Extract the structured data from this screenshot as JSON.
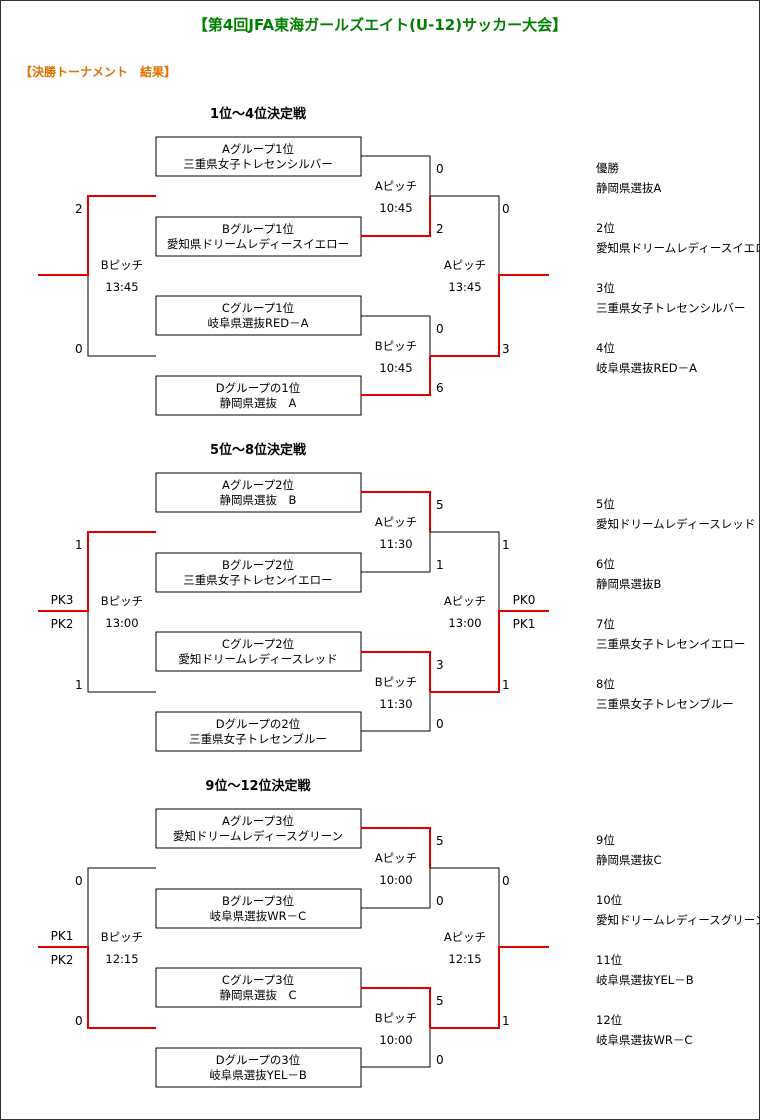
{
  "title": "【第4回JFA東海ガールズエイト(U-12)サッカー大会】",
  "subtitle": "【決勝トーナメント　結果】",
  "sections": [
    {
      "heading": "1位～4位決定戦",
      "teams": [
        {
          "group": "Aグループ1位",
          "name": "三重県女子トレセンシルバー"
        },
        {
          "group": "Bグループ1位",
          "name": "愛知県ドリームレディースイエロー"
        },
        {
          "group": "Cグループ1位",
          "name": "岐阜県選抜RED－A"
        },
        {
          "group": "Dグループの1位",
          "name": "静岡県選抜　A"
        }
      ],
      "match1": {
        "pitch": "Aピッチ",
        "time": "10:45",
        "s1": "0",
        "s2": "2"
      },
      "match2": {
        "pitch": "Bピッチ",
        "time": "10:45",
        "s1": "0",
        "s2": "6"
      },
      "match3": {
        "pitch": "Bピッチ",
        "time": "13:45",
        "s1": "2",
        "s2": "0",
        "pk1": "",
        "pk2": ""
      },
      "match4": {
        "pitch": "Aピッチ",
        "time": "13:45",
        "s1": "0",
        "s2": "3",
        "pk1": "",
        "pk2": ""
      },
      "results": [
        {
          "rank": "優勝",
          "team": "静岡県選抜A"
        },
        {
          "rank": "2位",
          "team": "愛知県ドリームレディースイエロー"
        },
        {
          "rank": "3位",
          "team": "三重県女子トレセンシルバー"
        },
        {
          "rank": "4位",
          "team": "岐阜県選抜RED－A"
        }
      ]
    },
    {
      "heading": "5位～8位決定戦",
      "teams": [
        {
          "group": "Aグループ2位",
          "name": "静岡県選抜　B"
        },
        {
          "group": "Bグループ2位",
          "name": "三重県女子トレセンイエロー"
        },
        {
          "group": "Cグループ2位",
          "name": "愛知ドリームレディースレッド"
        },
        {
          "group": "Dグループの2位",
          "name": "三重県女子トレセンブルー"
        }
      ],
      "match1": {
        "pitch": "Aピッチ",
        "time": "11:30",
        "s1": "5",
        "s2": "1"
      },
      "match2": {
        "pitch": "Bピッチ",
        "time": "11:30",
        "s1": "3",
        "s2": "0"
      },
      "match3": {
        "pitch": "Bピッチ",
        "time": "13:00",
        "s1": "1",
        "s2": "1",
        "pk1": "PK3",
        "pk2": "PK2"
      },
      "match4": {
        "pitch": "Aピッチ",
        "time": "13:00",
        "s1": "1",
        "s2": "1",
        "pk1": "PK0",
        "pk2": "PK1"
      },
      "results": [
        {
          "rank": "5位",
          "team": "愛知ドリームレディースレッド"
        },
        {
          "rank": "6位",
          "team": "静岡県選抜B"
        },
        {
          "rank": "7位",
          "team": "三重県女子トレセンイエロー"
        },
        {
          "rank": "8位",
          "team": "三重県女子トレセンブルー"
        }
      ]
    },
    {
      "heading": "9位～12位決定戦",
      "teams": [
        {
          "group": "Aグループ3位",
          "name": "愛知ドリームレディースグリーン"
        },
        {
          "group": "Bグループ3位",
          "name": "岐阜県選抜WR－C"
        },
        {
          "group": "Cグループ3位",
          "name": "静岡県選抜　C"
        },
        {
          "group": "Dグループの3位",
          "name": "岐阜県選抜YEL－B"
        }
      ],
      "match1": {
        "pitch": "Aピッチ",
        "time": "10:00",
        "s1": "5",
        "s2": "0"
      },
      "match2": {
        "pitch": "Bピッチ",
        "time": "10:00",
        "s1": "5",
        "s2": "0"
      },
      "match3": {
        "pitch": "Bピッチ",
        "time": "12:15",
        "s1": "0",
        "s2": "0",
        "pk1": "PK1",
        "pk2": "PK2"
      },
      "match4": {
        "pitch": "Aピッチ",
        "time": "12:15",
        "s1": "0",
        "s2": "1",
        "pk1": "",
        "pk2": ""
      },
      "results": [
        {
          "rank": "9位",
          "team": "静岡県選抜C"
        },
        {
          "rank": "10位",
          "team": "愛知ドリームレディースグリーン"
        },
        {
          "rank": "11位",
          "team": "岐阜県選抜YEL－B"
        },
        {
          "rank": "12位",
          "team": "岐阜県選抜WR－C"
        }
      ]
    }
  ]
}
